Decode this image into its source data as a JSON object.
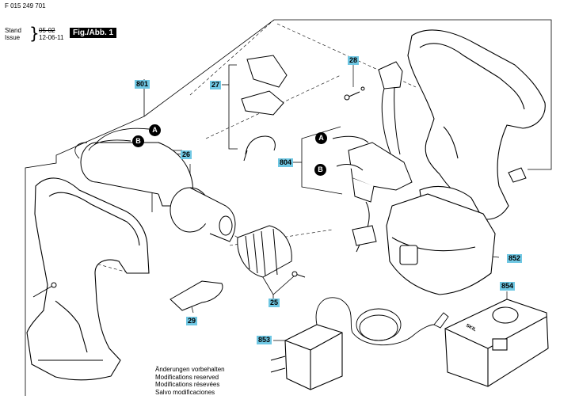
{
  "header": {
    "part_number": "F 015 249 701",
    "stand_label": "Stand",
    "issue_label": "Issue",
    "stand_date": "05-02",
    "issue_date": "12-06-11",
    "figure_label": "Fig./Abb. 1"
  },
  "callouts": {
    "c801": "801",
    "c27": "27",
    "c28": "28",
    "c26": "26",
    "c804": "804",
    "c852": "852",
    "c854": "854",
    "c853": "853",
    "c25": "25",
    "c29": "29"
  },
  "connectors": {
    "a1": "A",
    "b1": "B",
    "a2": "A",
    "b2": "B"
  },
  "charger_brand": "SKIL",
  "notes": [
    "Änderungen vorbehalten",
    "Modifications reserved",
    "Modifications résevées",
    "Salvo modificaciones"
  ],
  "colors": {
    "callout_fill": "#6fc7e3",
    "line": "#000000"
  }
}
